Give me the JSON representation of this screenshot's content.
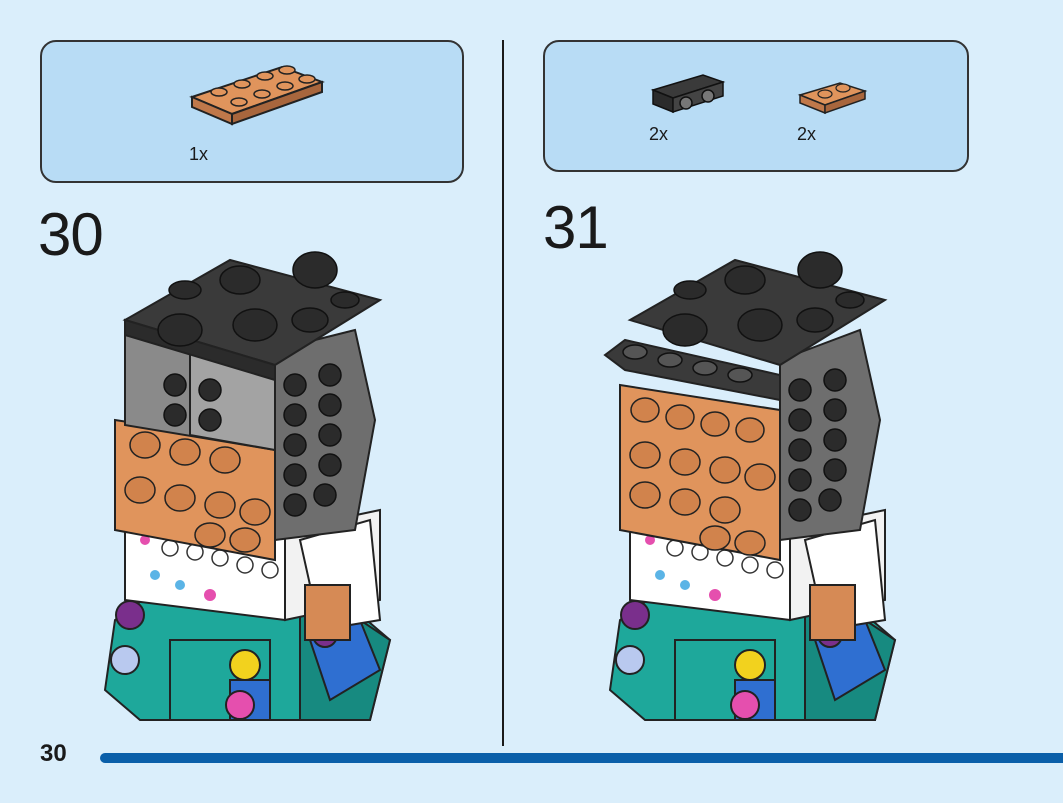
{
  "page": {
    "number": "30"
  },
  "steps": [
    {
      "number": "30",
      "parts": [
        {
          "qty": "1x",
          "part": "plate-2x4-nougat"
        }
      ]
    },
    {
      "number": "31",
      "parts": [
        {
          "qty": "2x",
          "part": "bracket-1x2-black"
        },
        {
          "qty": "2x",
          "part": "plate-1x2-nougat"
        }
      ]
    }
  ],
  "colors": {
    "background": "#daeefb",
    "parts_box": "#b8dcf5",
    "nougat": "#e0945c",
    "black": "#2b2b2b",
    "dark_gray": "#6e6e6e",
    "teal": "#1ea89b",
    "accent_bar": "#0a5fa9"
  }
}
